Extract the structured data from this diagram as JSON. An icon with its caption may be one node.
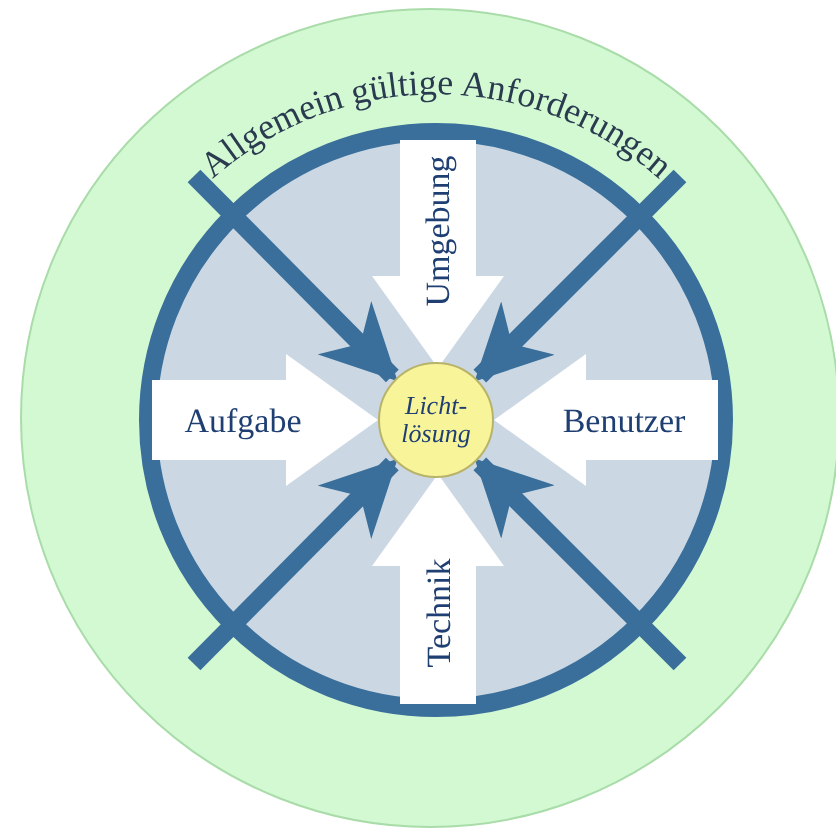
{
  "diagram": {
    "nodes": [
      {
        "text": [
          "Allgemein gültige Anforderungen"
        ]
      },
      {
        "text": [
          "Umgebung"
        ],
        "in": 0
      },
      {
        "text": [
          "Aufgabe"
        ],
        "in": 0
      },
      {
        "text": [
          "Benutzer"
        ],
        "in": 0
      },
      {
        "text": [
          "Technik"
        ],
        "in": 0
      },
      {
        "text": [
          "Licht-lösung"
        ],
        "in": 0
      }
    ],
    "edges": [
      {
        "from": null,
        "to": 5,
        "arrow": "to"
      },
      {
        "from": null,
        "to": 5,
        "arrow": "to"
      },
      {
        "from": null,
        "to": 5,
        "arrow": "to"
      },
      {
        "from": null,
        "to": 5,
        "arrow": "to"
      }
    ]
  }
}
